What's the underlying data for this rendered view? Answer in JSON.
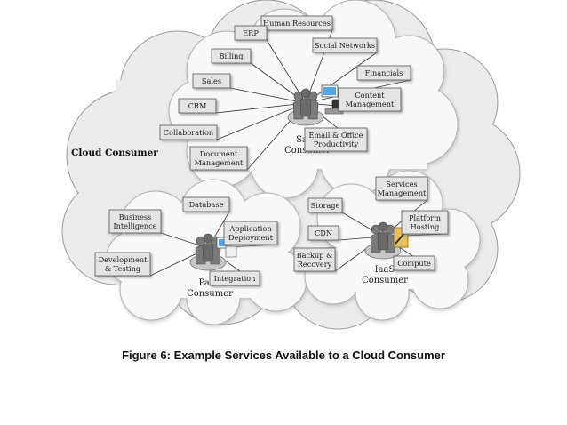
{
  "main_label": "Cloud Consumer",
  "caption": "Figure 6: Example Services Available to a Cloud Consumer",
  "clouds": [
    {
      "id": "saas",
      "consumer_label": [
        "SaaS",
        "Consumer"
      ],
      "services": [
        {
          "lines": [
            "Human Resources"
          ]
        },
        {
          "lines": [
            "ERP"
          ]
        },
        {
          "lines": [
            "Social Networks"
          ]
        },
        {
          "lines": [
            "Billing"
          ]
        },
        {
          "lines": [
            "Financials"
          ]
        },
        {
          "lines": [
            "Sales"
          ]
        },
        {
          "lines": [
            "Content",
            "Management"
          ]
        },
        {
          "lines": [
            "CRM"
          ]
        },
        {
          "lines": [
            "Collaboration"
          ]
        },
        {
          "lines": [
            "Email & Office",
            "Productivity"
          ]
        },
        {
          "lines": [
            "Document",
            "Management"
          ]
        }
      ]
    },
    {
      "id": "paas",
      "consumer_label": [
        "PaaS",
        "Consumer"
      ],
      "services": [
        {
          "lines": [
            "Database"
          ]
        },
        {
          "lines": [
            "Business",
            "Intelligence"
          ]
        },
        {
          "lines": [
            "Application",
            "Deployment"
          ]
        },
        {
          "lines": [
            "Development",
            "& Testing"
          ]
        },
        {
          "lines": [
            "Integration"
          ]
        }
      ]
    },
    {
      "id": "iaas",
      "consumer_label": [
        "IaaS",
        "Consumer"
      ],
      "services": [
        {
          "lines": [
            "Services",
            "Management"
          ]
        },
        {
          "lines": [
            "Storage"
          ]
        },
        {
          "lines": [
            "Platform",
            "Hosting"
          ]
        },
        {
          "lines": [
            "CDN"
          ]
        },
        {
          "lines": [
            "Backup &",
            "Recovery"
          ]
        },
        {
          "lines": [
            "Compute"
          ]
        }
      ]
    }
  ],
  "colors": {
    "cloud_outer": "#ececec",
    "cloud_inner": "#f8f8f8",
    "cloud_stroke": "#9a9a9a",
    "box_fill": "#e4e4e4",
    "box_stroke": "#555555",
    "text": "#222222",
    "line": "#333333"
  }
}
